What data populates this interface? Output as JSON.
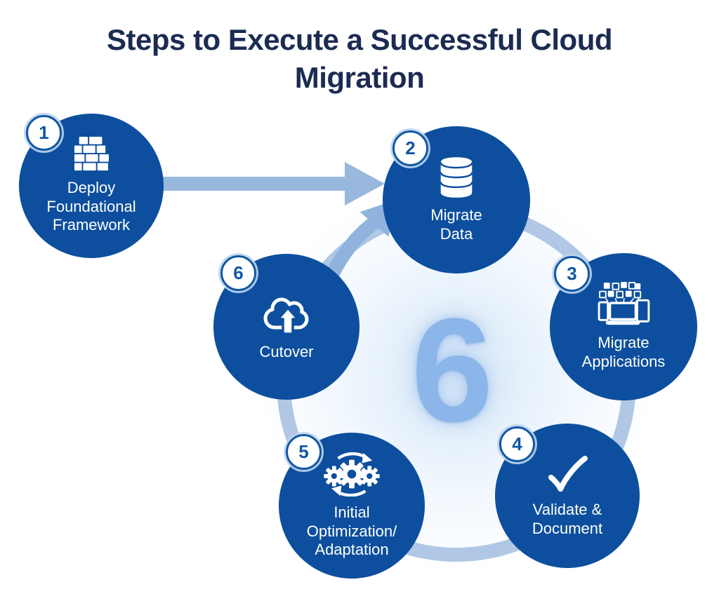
{
  "title": "Steps to Execute a Successful Cloud Migration",
  "center_count": "6",
  "steps": [
    {
      "number": "1",
      "label": "Deploy\nFoundational\nFramework",
      "icon": "brick-wall-icon"
    },
    {
      "number": "2",
      "label": "Migrate\nData",
      "icon": "database-icon"
    },
    {
      "number": "3",
      "label": "Migrate\nApplications",
      "icon": "devices-apps-icon"
    },
    {
      "number": "4",
      "label": "Validate &\nDocument",
      "icon": "checkmark-icon"
    },
    {
      "number": "5",
      "label": "Initial\nOptimization/\nAdaptation",
      "icon": "gears-sync-icon"
    },
    {
      "number": "6",
      "label": "Cutover",
      "icon": "cloud-upload-icon"
    }
  ],
  "colors": {
    "step_circle": "#0d4f9e",
    "title_text": "#1c2b52",
    "cycle_ring": "#b0c7e5",
    "flow_arrow": "#99b8dd",
    "closing_arrow": "#8fb3dc",
    "center_number": "#8cb5e9",
    "badge_border": "#0f57a3",
    "badge_number": "#0f57a3",
    "label_text": "#ffffff"
  }
}
